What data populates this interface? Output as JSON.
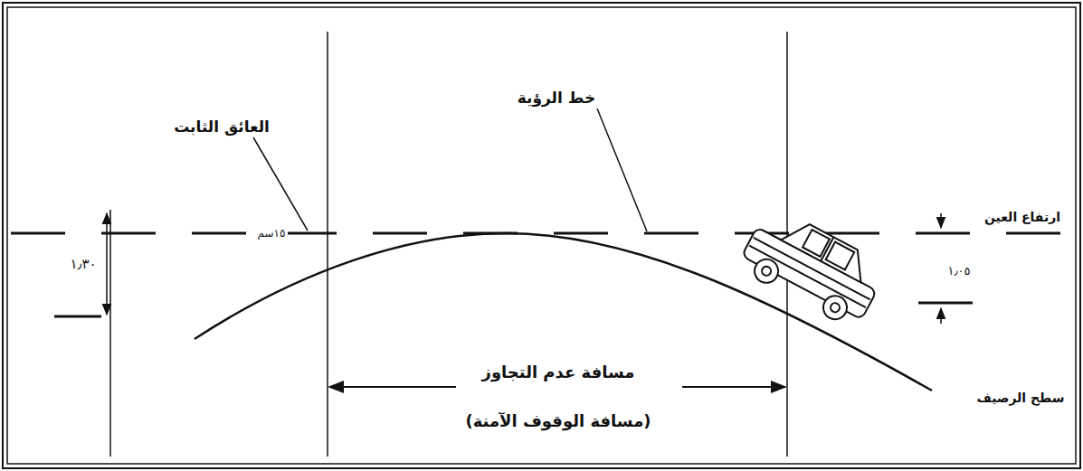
{
  "diagram": {
    "labels": [
      "العائق الثابت",
      "١٥سم",
      "خط الرؤية",
      "ارتفاع العين",
      "١٫٠٥",
      "١٫٣٠",
      "مسافة عدم التجاوز",
      "(مسافة الوقوف الآمنة)",
      "سطح الرصيف"
    ]
  }
}
